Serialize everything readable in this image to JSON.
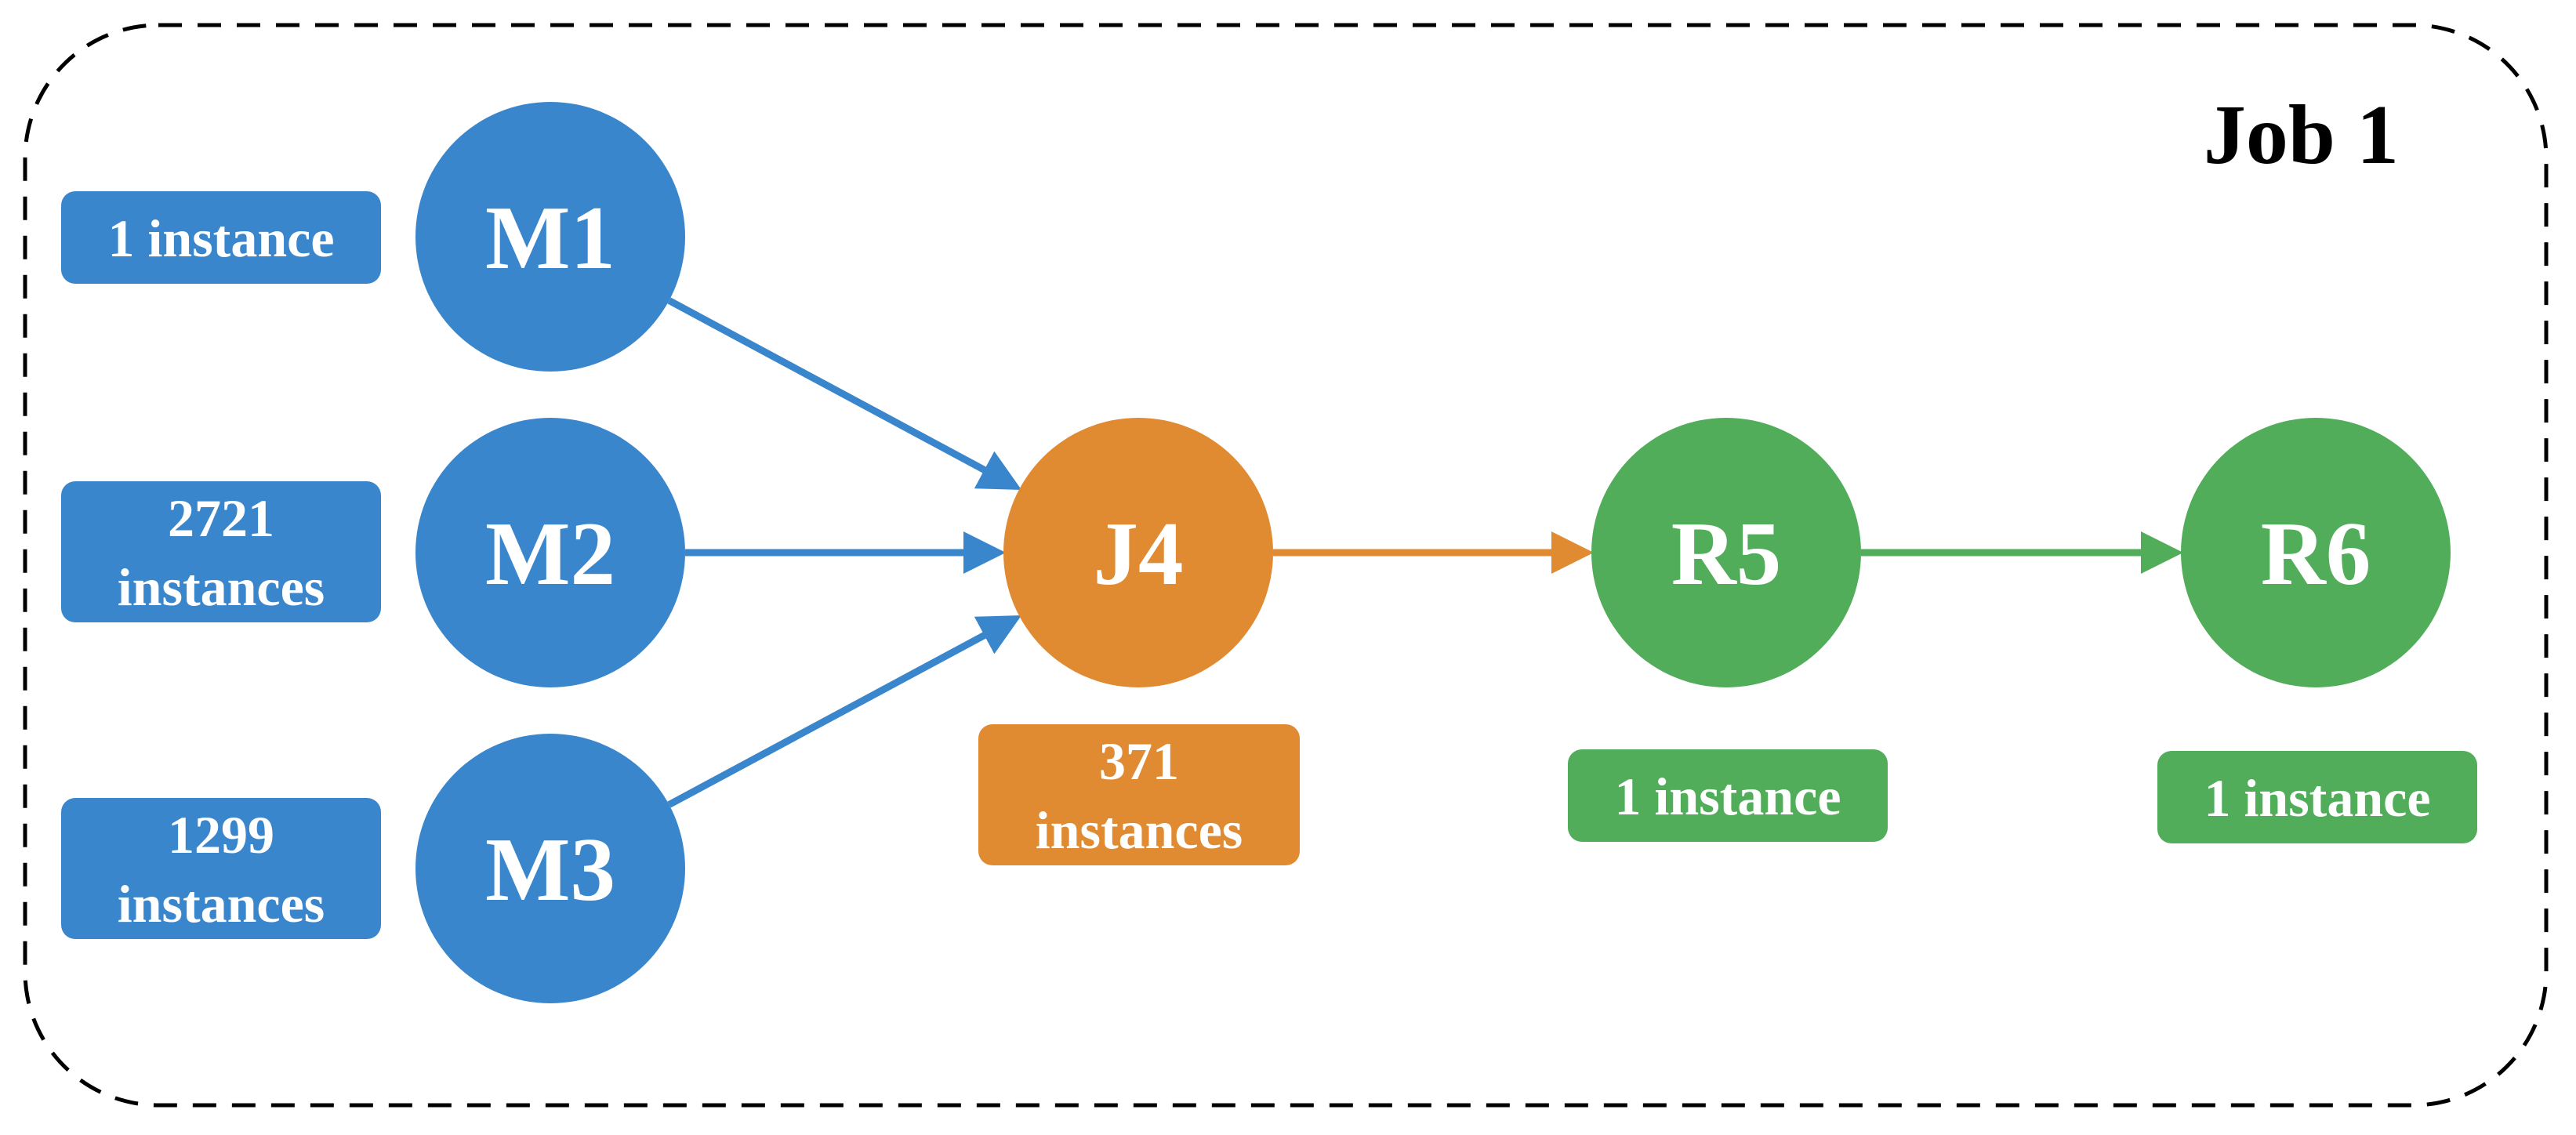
{
  "job": {
    "title": "Job 1"
  },
  "colors": {
    "blue": "#3a86cc",
    "orange": "#e08a32",
    "green": "#52ad5a",
    "frame": "#000000"
  },
  "nodes": [
    {
      "id": "M1",
      "label": "M1",
      "color": "blue",
      "badge": [
        "1 instance"
      ]
    },
    {
      "id": "M2",
      "label": "M2",
      "color": "blue",
      "badge": [
        "2721",
        "instances"
      ]
    },
    {
      "id": "M3",
      "label": "M3",
      "color": "blue",
      "badge": [
        "1299",
        "instances"
      ]
    },
    {
      "id": "J4",
      "label": "J4",
      "color": "orange",
      "badge": [
        "371",
        "instances"
      ]
    },
    {
      "id": "R5",
      "label": "R5",
      "color": "green",
      "badge": [
        "1 instance"
      ]
    },
    {
      "id": "R6",
      "label": "R6",
      "color": "green",
      "badge": [
        "1 instance"
      ]
    }
  ],
  "edges": [
    {
      "from": "M1",
      "to": "J4",
      "color": "blue"
    },
    {
      "from": "M2",
      "to": "J4",
      "color": "blue"
    },
    {
      "from": "M3",
      "to": "J4",
      "color": "blue"
    },
    {
      "from": "J4",
      "to": "R5",
      "color": "orange"
    },
    {
      "from": "R5",
      "to": "R6",
      "color": "green"
    }
  ]
}
